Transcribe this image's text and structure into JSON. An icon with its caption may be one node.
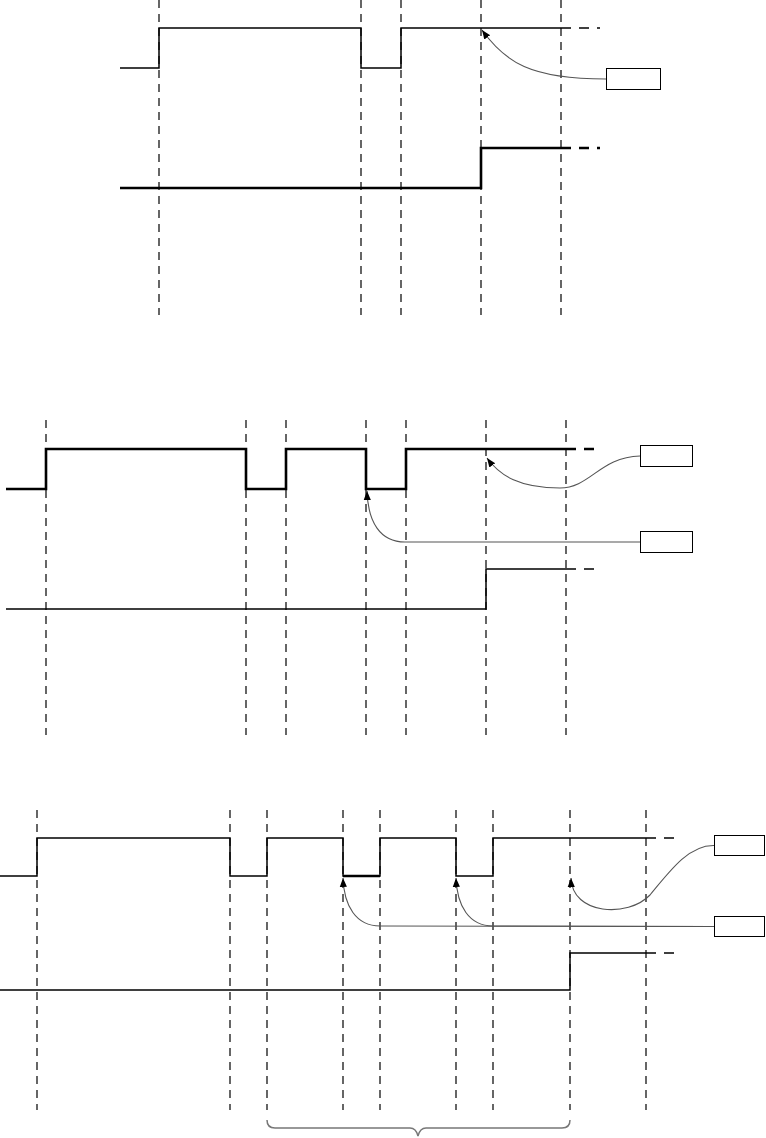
{
  "diagram": {
    "nodes": [
      {
        "text": [],
        "shape": "box"
      },
      {
        "text": [],
        "shape": "box"
      },
      {
        "text": [],
        "shape": "box"
      },
      {
        "text": [],
        "shape": "box"
      },
      {
        "text": [],
        "shape": "box"
      }
    ],
    "edges": [
      {
        "from": 0,
        "to": null,
        "arrow": "to"
      },
      {
        "from": 1,
        "to": null,
        "arrow": "to"
      },
      {
        "from": 2,
        "to": null,
        "arrow": "to"
      },
      {
        "from": 3,
        "to": null,
        "arrow": "to"
      },
      {
        "from": 4,
        "to": null,
        "arrow": "to"
      },
      {
        "from": 4,
        "to": null,
        "arrow": "to"
      }
    ]
  }
}
